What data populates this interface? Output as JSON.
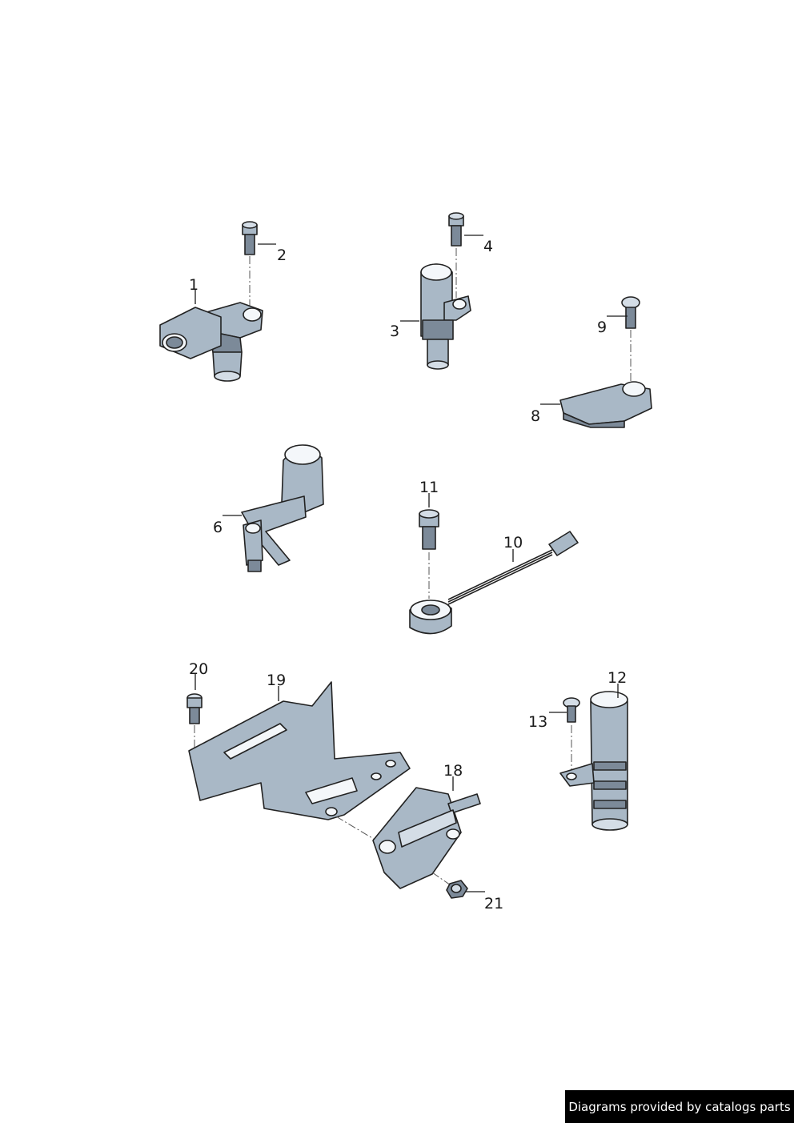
{
  "callouts": {
    "p1": "1",
    "p2": "2",
    "p3": "3",
    "p4": "4",
    "p6": "6",
    "p8": "8",
    "p9": "9",
    "p10": "10",
    "p11": "11",
    "p12": "12",
    "p13": "13",
    "p18": "18",
    "p19": "19",
    "p20": "20",
    "p21": "21"
  },
  "footer": {
    "text": "Diagrams provided by catalogs parts"
  },
  "colors": {
    "part_fill": "#a9b8c6",
    "part_shadow": "#7c8a99",
    "outline": "#222222",
    "footer_bg": "#000000"
  }
}
